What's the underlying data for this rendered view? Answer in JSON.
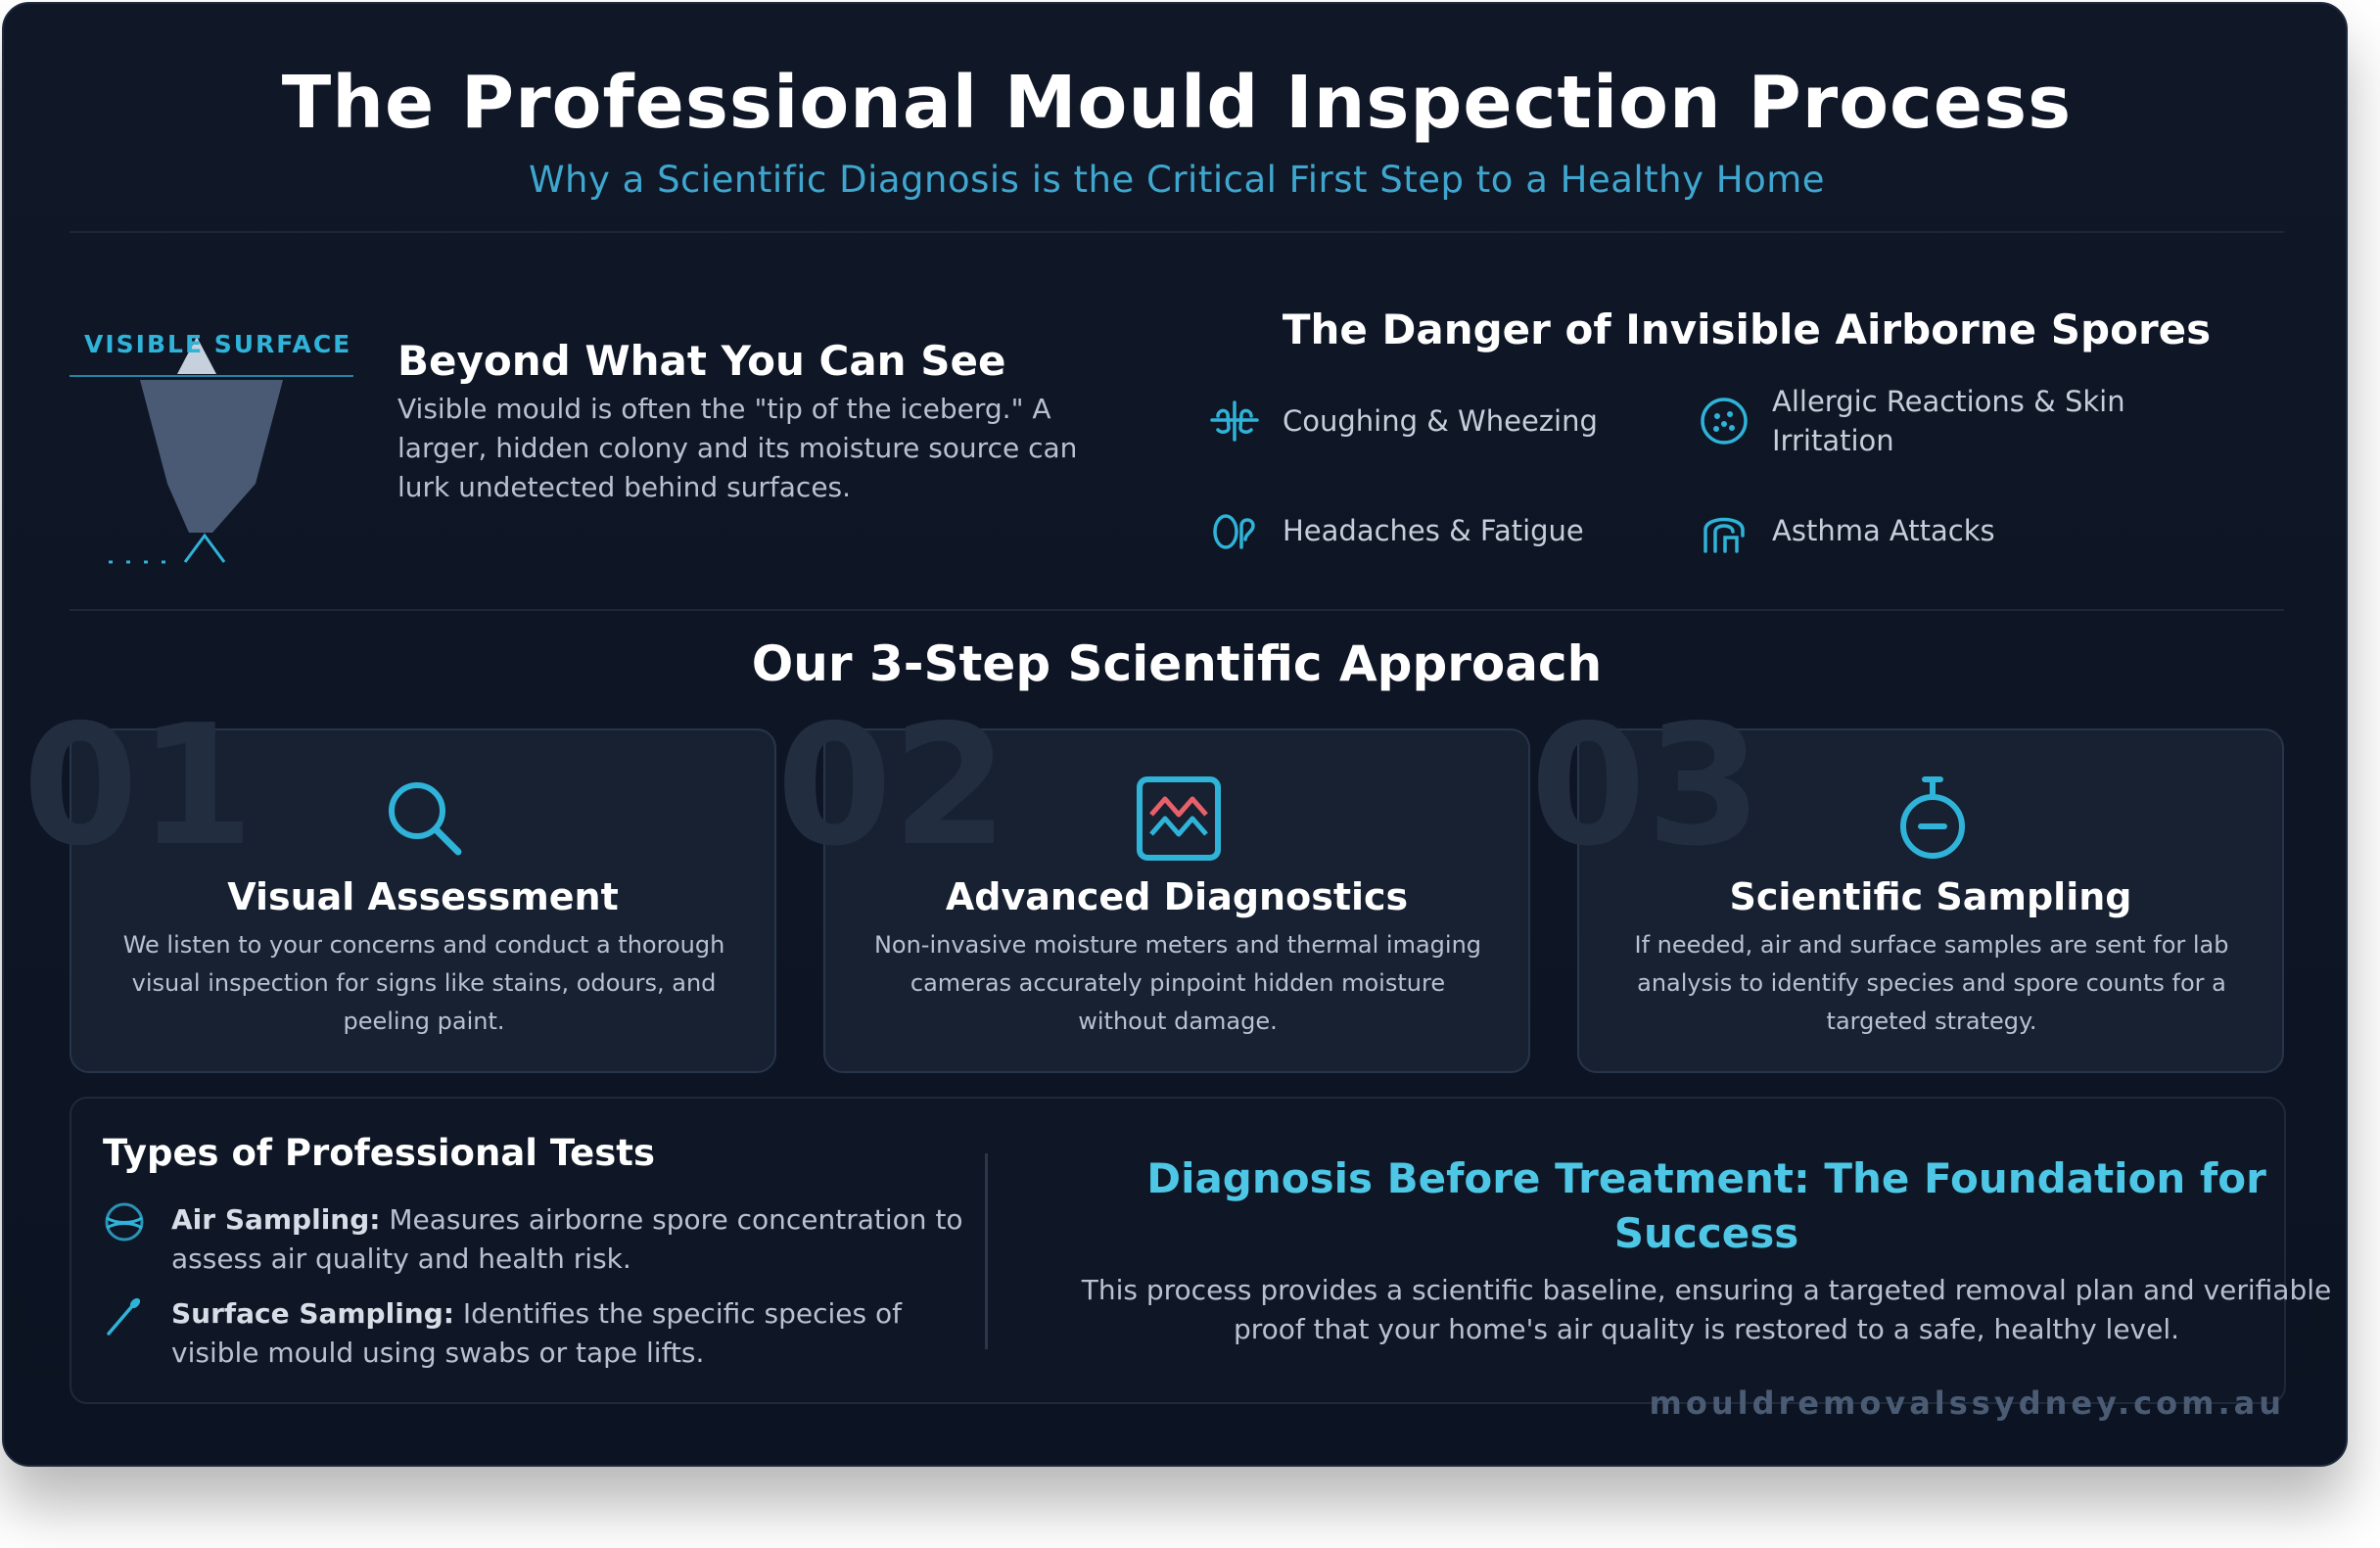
{
  "header": {
    "title": "The Professional Mould Inspection Process",
    "subtitle": "Why a Scientific Diagnosis is the Critical First Step to a Healthy Home"
  },
  "iceberg": {
    "label": "VISIBLE SURFACE",
    "title": "Beyond What You Can See",
    "text": "Visible mould is often the \"tip of the iceberg.\" A larger, hidden colony and its moisture source can lurk undetected behind surfaces."
  },
  "danger": {
    "title": "The Danger of Invisible Airborne Spores",
    "symptoms": [
      {
        "icon": "lungs-icon",
        "label": "Coughing & Wheezing"
      },
      {
        "icon": "allergy-icon",
        "label": "Allergic Reactions & Skin Irritation"
      },
      {
        "icon": "head-pain-icon",
        "label": "Headaches & Fatigue"
      },
      {
        "icon": "asthma-icon",
        "label": "Asthma Attacks"
      }
    ]
  },
  "steps": {
    "title": "Our 3-Step Scientific Approach",
    "items": [
      {
        "num": "01",
        "icon": "magnifier-icon",
        "title": "Visual Assessment",
        "text": "We listen to your concerns and conduct a thorough visual inspection for signs like stains, odours, and peeling paint."
      },
      {
        "num": "02",
        "icon": "thermal-chart-icon",
        "title": "Advanced Diagnostics",
        "text": "Non-invasive moisture meters and thermal imaging cameras accurately pinpoint hidden moisture without damage."
      },
      {
        "num": "03",
        "icon": "flask-icon",
        "title": "Scientific Sampling",
        "text": "If needed, air and surface samples are sent for lab analysis to identify species and spore counts for a targeted strategy."
      }
    ]
  },
  "tests": {
    "title": "Types of Professional Tests",
    "items": [
      {
        "icon": "air-sample-icon",
        "name": "Air Sampling:",
        "text": " Measures airborne spore concentration to assess air quality and health risk."
      },
      {
        "icon": "swab-icon",
        "name": "Surface Sampling:",
        "text": " Identifies the specific species of visible mould using swabs or tape lifts."
      }
    ]
  },
  "diagnosis": {
    "title": "Diagnosis Before Treatment: The Foundation for Success",
    "text": "This process provides a scientific baseline, ensuring a targeted removal plan and verifiable proof that your home's air quality is restored to a safe, healthy level."
  },
  "footer": {
    "domain": "mouldremovalssydney.com.au"
  },
  "colors": {
    "accent": "#2fb3d8",
    "accent_light": "#4dc7e5",
    "alert": "#e8606a",
    "background": "#101828"
  }
}
